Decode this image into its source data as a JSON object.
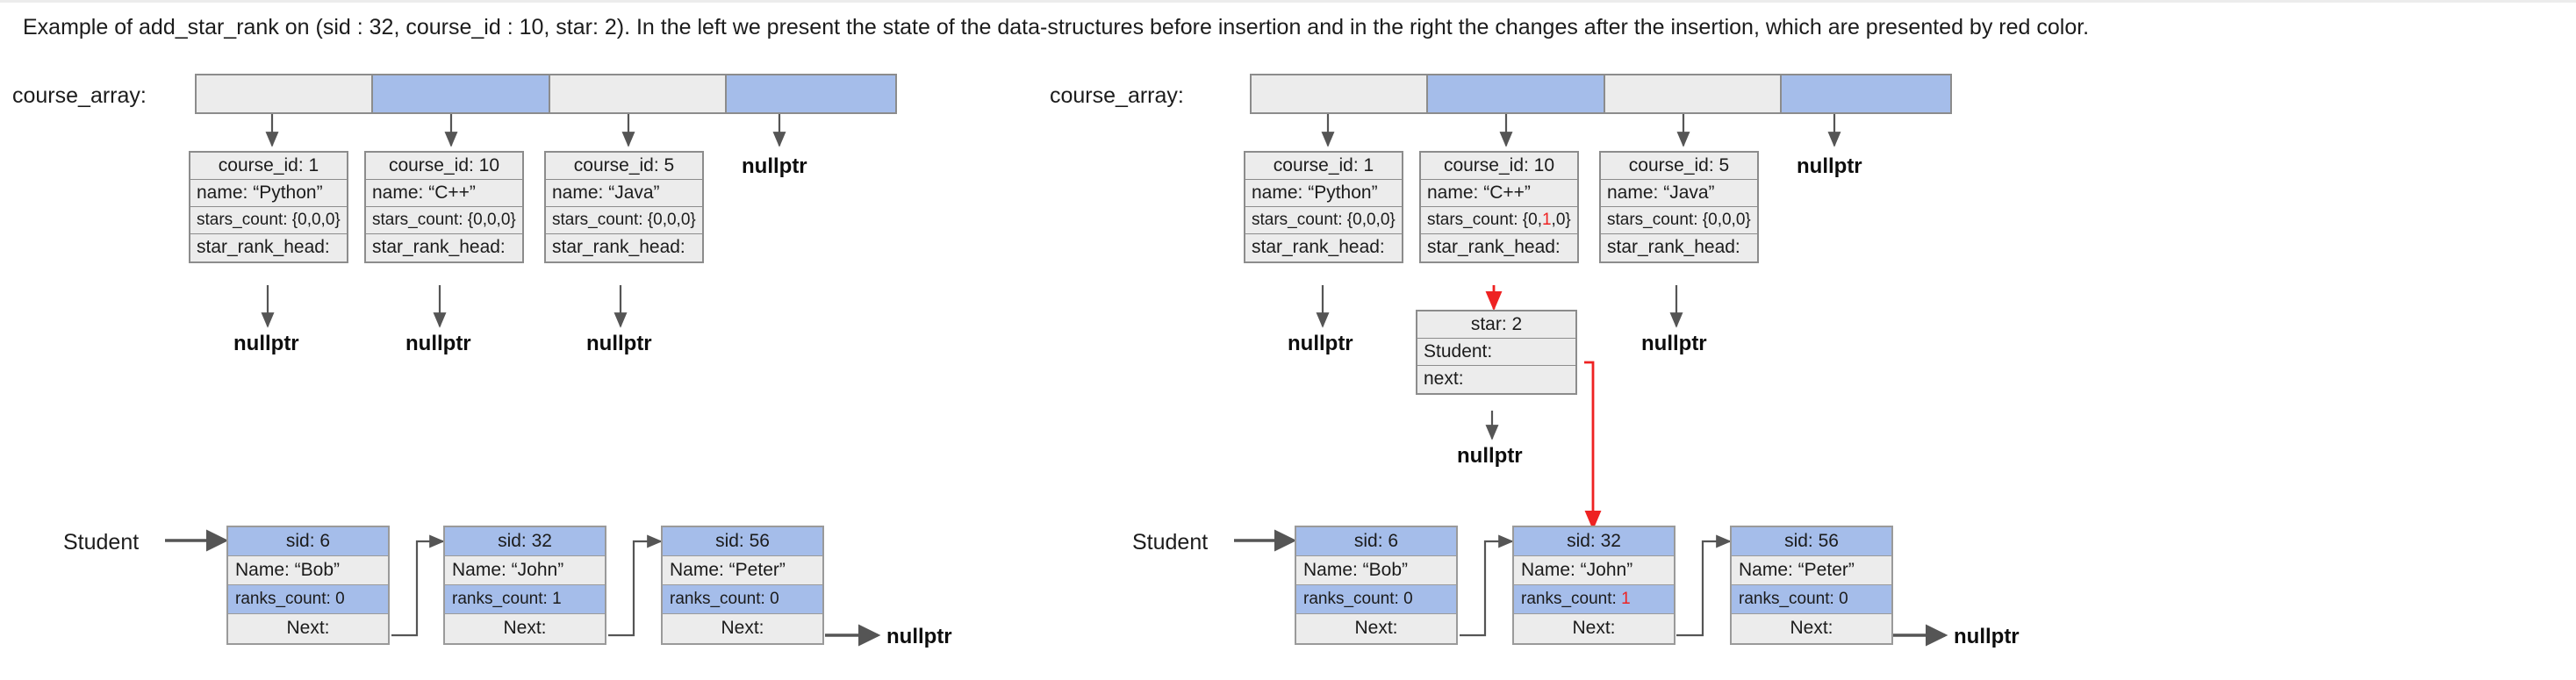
{
  "caption": "Example of add_star_rank on (sid : 32, course_id : 10, star: 2). In the left we present the state of the data-structures before insertion and in the right the changes after the insertion, which are presented by red color.",
  "colors": {
    "blue_fill": "#a5bdea",
    "gray_fill": "#ececec",
    "border": "#8c8c8c",
    "highlight_red": "#ee2222",
    "arrow_gray": "#555555"
  },
  "labels": {
    "course_array": "course_array:",
    "student": "Student",
    "nullptr": "nullptr"
  },
  "panels": {
    "left": {
      "title": "before-insertion",
      "course_array": {
        "label": "course_array:",
        "cells": [
          "gray",
          "blue",
          "gray",
          "blue"
        ],
        "slot_targets": [
          "course-node-1",
          "course-node-10",
          "course-node-5",
          "nullptr"
        ]
      },
      "course_nodes": [
        {
          "course_id": "course_id: 1",
          "name": "name: “Python”",
          "stars_count_prefix": "stars_count: {0,",
          "stars_count_mid": "0",
          "stars_count_suffix": ",0}",
          "stars_count_full": "stars_count: {0,0,0}",
          "star_rank_head": "star_rank_head:",
          "head_target": "nullptr",
          "highlight": false
        },
        {
          "course_id": "course_id: 10",
          "name": "name: “C++”",
          "stars_count_prefix": "stars_count: {0,",
          "stars_count_mid": "0",
          "stars_count_suffix": ",0}",
          "stars_count_full": "stars_count: {0,0,0}",
          "star_rank_head": "star_rank_head:",
          "head_target": "nullptr",
          "highlight": false
        },
        {
          "course_id": "course_id: 5",
          "name": "name: “Java”",
          "stars_count_prefix": "stars_count: {0,",
          "stars_count_mid": "0",
          "stars_count_suffix": ",0}",
          "stars_count_full": "stars_count: {0,0,0}",
          "star_rank_head": "star_rank_head:",
          "head_target": "nullptr",
          "highlight": false
        }
      ],
      "star_node": null,
      "student_list": {
        "label": "Student",
        "tail_target": "nullptr",
        "nodes": [
          {
            "sid": "sid: 6",
            "name": "Name: “Bob”",
            "ranks_label": "ranks_count",
            "ranks_sep": ": ",
            "ranks_value": "0",
            "next": "Next:",
            "ranks_highlight": false
          },
          {
            "sid": "sid: 32",
            "name": "Name: “John”",
            "ranks_label": "ranks_count",
            "ranks_sep": ": ",
            "ranks_value": "1",
            "next": "Next:",
            "ranks_highlight": false
          },
          {
            "sid": "sid: 56",
            "name": "Name: “Peter”",
            "ranks_label": "ranks_count",
            "ranks_sep": ": ",
            "ranks_value": "0",
            "next": "Next:",
            "ranks_highlight": false
          }
        ]
      }
    },
    "right": {
      "title": "after-insertion",
      "course_array": {
        "label": "course_array:",
        "cells": [
          "gray",
          "blue",
          "gray",
          "blue"
        ],
        "slot_targets": [
          "course-node-1",
          "course-node-10",
          "course-node-5",
          "nullptr"
        ]
      },
      "course_nodes": [
        {
          "course_id": "course_id: 1",
          "name": "name: “Python”",
          "stars_count_prefix": "stars_count: {0,",
          "stars_count_mid": "0",
          "stars_count_suffix": ",0}",
          "stars_count_full": "stars_count: {0,0,0}",
          "star_rank_head": "star_rank_head:",
          "head_target": "nullptr",
          "highlight": false
        },
        {
          "course_id": "course_id: 10",
          "name": "name: “C++”",
          "stars_count_prefix": "stars_count: {0,",
          "stars_count_mid": "1",
          "stars_count_suffix": ",0}",
          "stars_count_full": "stars_count: {0,1,0}",
          "star_rank_head": "star_rank_head:",
          "head_target": "star-node",
          "highlight": true
        },
        {
          "course_id": "course_id: 5",
          "name": "name: “Java”",
          "stars_count_prefix": "stars_count: {0,",
          "stars_count_mid": "0",
          "stars_count_suffix": ",0}",
          "stars_count_full": "stars_count: {0,0,0}",
          "star_rank_head": "star_rank_head:",
          "head_target": "nullptr",
          "highlight": false
        }
      ],
      "star_node": {
        "star": "star: 2",
        "student": "Student:",
        "next": "next:",
        "next_target": "nullptr",
        "student_target": "student-node-sid-32",
        "highlight": true
      },
      "student_list": {
        "label": "Student",
        "tail_target": "nullptr",
        "nodes": [
          {
            "sid": "sid: 6",
            "name": "Name: “Bob”",
            "ranks_label": "ranks_count",
            "ranks_sep": ": ",
            "ranks_value": "0",
            "next": "Next:",
            "ranks_highlight": false
          },
          {
            "sid": "sid: 32",
            "name": "Name: “John”",
            "ranks_label": "ranks_count",
            "ranks_sep": ": ",
            "ranks_value": "1",
            "next": "Next:",
            "ranks_highlight": true
          },
          {
            "sid": "sid: 56",
            "name": "Name: “Peter”",
            "ranks_label": "ranks_count",
            "ranks_sep": ": ",
            "ranks_value": "0",
            "next": "Next:",
            "ranks_highlight": false
          }
        ]
      }
    }
  }
}
